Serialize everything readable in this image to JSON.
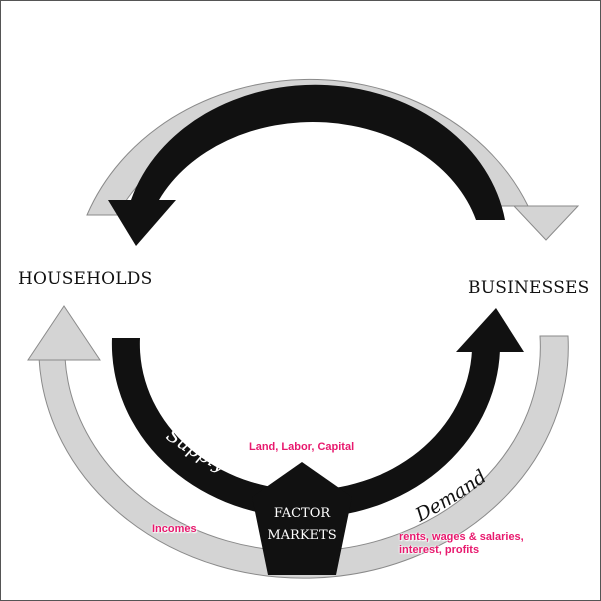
{
  "nodes": {
    "households": "HOUSEHOLDS",
    "businesses": "BUSINESSES",
    "factor_markets_line1": "FACTOR",
    "factor_markets_line2": "MARKETS"
  },
  "flows": {
    "supply": "Supply",
    "demand": "Demand"
  },
  "annotations": {
    "land_labor_capital": "Land, Labor, Capital",
    "incomes": "Incomes",
    "payments_line1": "rents, wages & salaries,",
    "payments_line2": "interest, profits"
  },
  "colors": {
    "gray_arrow": "#d0d0d0",
    "black_arrow": "#111111",
    "accent_pink": "#e8196e"
  }
}
